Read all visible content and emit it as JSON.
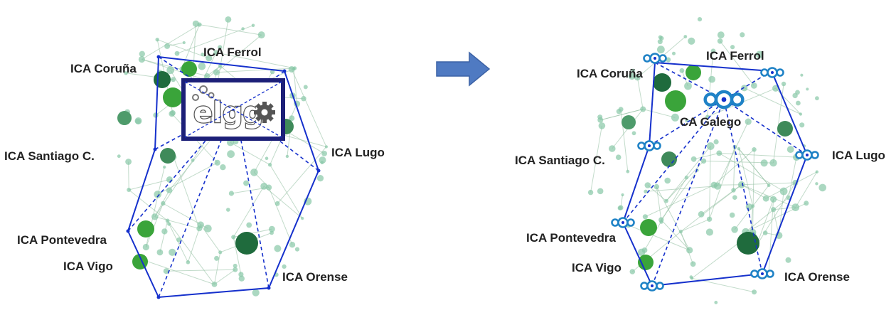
{
  "colors": {
    "network_edge": "#8fbe9f",
    "network_node": "#88c7a7",
    "node_dark": "#1f6b3d",
    "node_green": "#3aa43a",
    "topology_line": "#1530cc",
    "arrow": "#4f7ac2",
    "peer_icon": "#1f82c6",
    "logo_frame": "#1c1f78"
  },
  "left_panel": {
    "labels": {
      "coruna": "ICA Coruña",
      "ferrol": "ICA Ferrol",
      "santiago": "ICA Santiago C.",
      "lugo": "ICA Lugo",
      "pontevedra": "ICA Pontevedra",
      "vigo": "ICA Vigo",
      "orense": "ICA Orense"
    },
    "logo": {
      "text": "elgg",
      "icon": "gear-icon"
    }
  },
  "transition_arrow": {
    "icon": "right-arrow-icon"
  },
  "right_panel": {
    "labels": {
      "coruna": "ICA Coruña",
      "ferrol": "ICA Ferrol",
      "santiago": "ICA Santiago C.",
      "lugo": "ICA Lugo",
      "pontevedra": "ICA Pontevedra",
      "vigo": "ICA Vigo",
      "orense": "ICA Orense",
      "galego": "CA Galego"
    },
    "peer_icon": "peer-node-icon"
  }
}
